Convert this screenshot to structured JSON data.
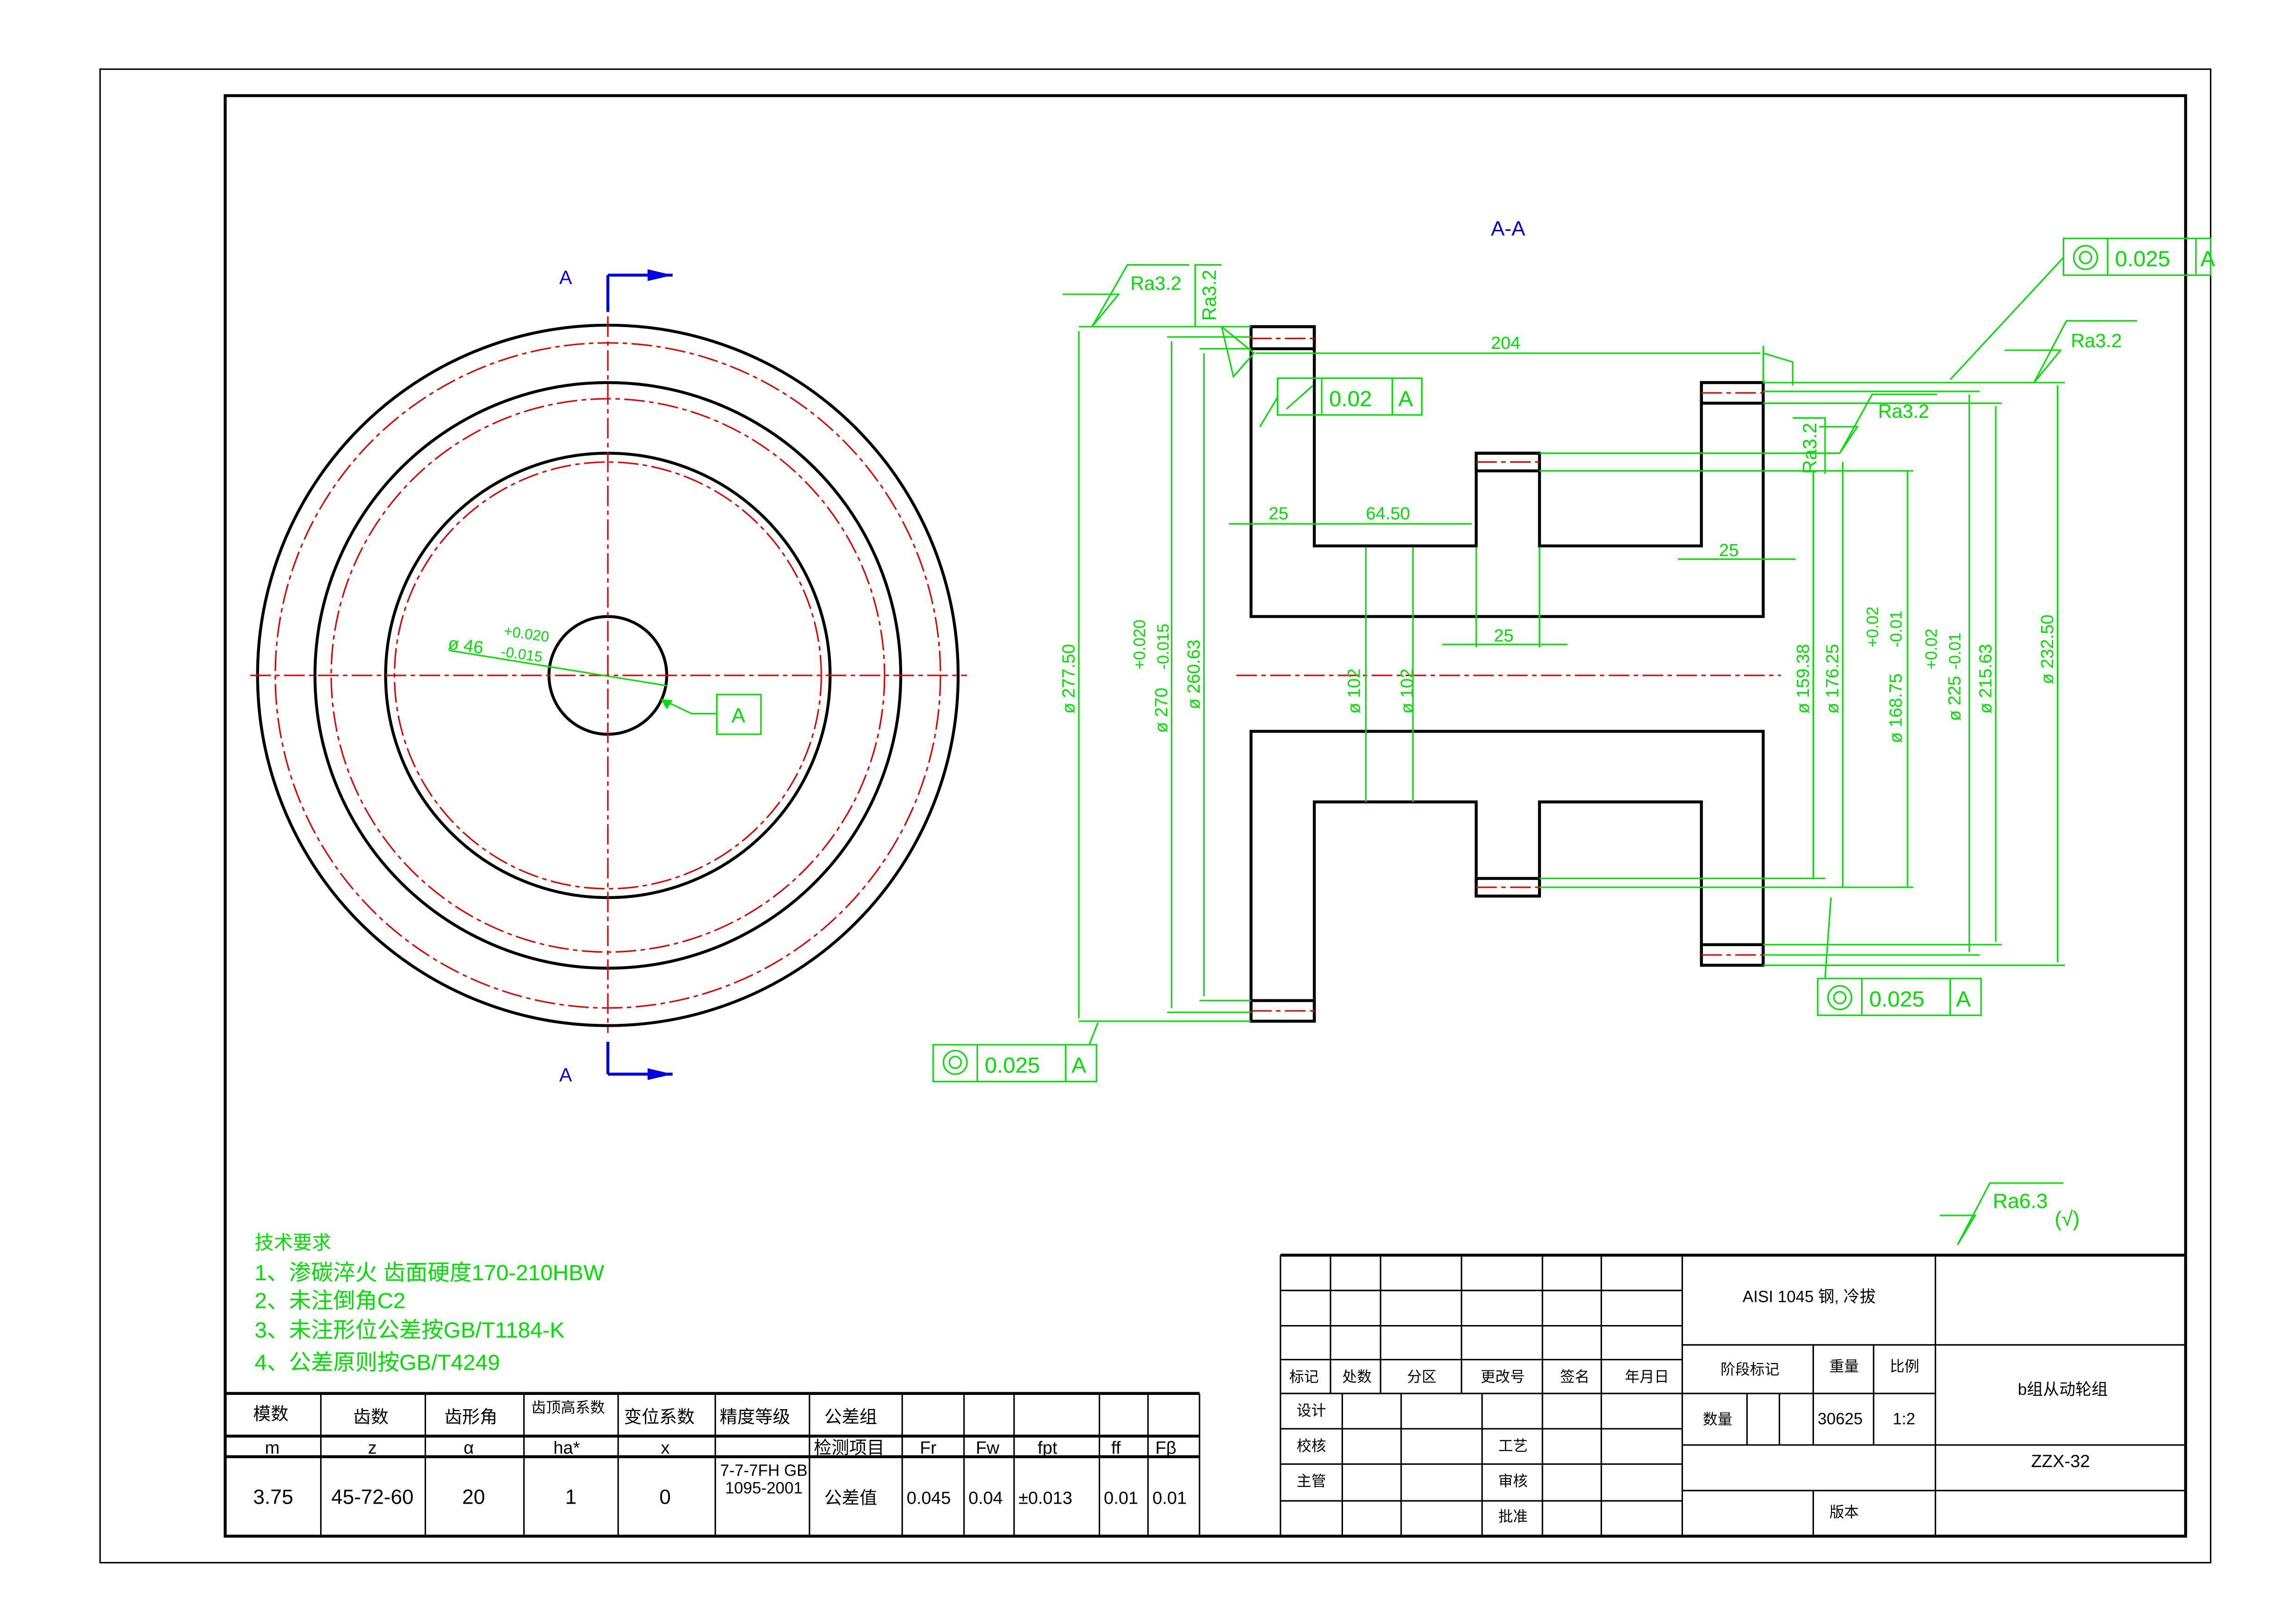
{
  "section_labels": {
    "view_title": "A-A",
    "cut_top": "A",
    "cut_bottom": "A",
    "datum": "A"
  },
  "front_view": {
    "bore_dim": "ø 46",
    "bore_tol_upper": "+0.020",
    "bore_tol_lower": "-0.015"
  },
  "section_dims": {
    "length_204": "204",
    "d_64_50": "64.50",
    "d_25_left": "25",
    "d_25_right": "25",
    "d_25_mid": "25",
    "dia_277_50": "ø 277.50",
    "dia_270": "ø 270",
    "dia_270_tol_upper": "+0.020",
    "dia_270_tol_lower": "-0.015",
    "dia_260_63": "ø 260.63",
    "dia_102_a": "ø 102",
    "dia_102_b": "ø 102",
    "dia_159_38": "ø 159.38",
    "dia_176_25": "ø 176.25",
    "dia_168_75": "ø 168.75",
    "dia_168_tol_upper": "+0.02",
    "dia_168_tol_lower": "-0.01",
    "dia_225": "ø 225",
    "dia_225_tol_upper": "+0.02",
    "dia_225_tol_lower": "-0.01",
    "dia_215_63": "ø 215.63",
    "dia_232_50": "ø 232.50"
  },
  "roughness": {
    "ra_left_top": "Ra3.2",
    "ra_left_vert": "Ra3.2",
    "ra_right_top": "Ra3.2",
    "ra_right_mid": "Ra3.2",
    "ra_mid_vert": "Ra3.2",
    "ra_general": "Ra6.3",
    "ra_general_suffix": "(√)"
  },
  "tolerance_frames": [
    {
      "symbol": "circular-runout",
      "value": "0.02",
      "datum": "A"
    },
    {
      "symbol": "concentricity",
      "value": "0.025",
      "datum": "A"
    },
    {
      "symbol": "concentricity",
      "value": "0.025",
      "datum": "A"
    },
    {
      "symbol": "concentricity",
      "value": "0.025",
      "datum": "A"
    }
  ],
  "tech_requirements": {
    "title": "技术要求",
    "items": [
      "1、渗碳淬火 齿面硬度170-210HBW",
      "2、未注倒角C2",
      "3、未注形位公差按GB/T1184-K",
      "4、公差原则按GB/T4249"
    ]
  },
  "gear_table": {
    "headers": [
      "模数",
      "齿数",
      "齿形角",
      "齿顶高系数",
      "变位系数",
      "精度等级",
      "公差组"
    ],
    "symbols": [
      "m",
      "z",
      "α",
      "ha*",
      "x",
      "",
      "检测项目",
      "Fr",
      "Fw",
      "fpt",
      "ff",
      "Fβ"
    ],
    "values": [
      "3.75",
      "45-72-60",
      "20",
      "1",
      "0",
      "7-7-7FH GB1095-2001",
      "公差值",
      "0.045",
      "0.04",
      "±0.013",
      "0.01",
      "0.01"
    ]
  },
  "title_block": {
    "change_headers": [
      "标记",
      "处数",
      "分区",
      "更改号",
      "签名",
      "年月日"
    ],
    "roles": {
      "design": "设计",
      "check": "校核",
      "supervisor": "主管",
      "process": "工艺",
      "review": "审核",
      "approve": "批准"
    },
    "material": "AISI 1045 钢, 冷拔",
    "stage_mark": "阶段标记",
    "weight_label": "重量",
    "scale_label": "比例",
    "quantity_label": "数量",
    "weight_value": "30625",
    "scale_value": "1:2",
    "part_name": "b组从动轮组",
    "drawing_number": "ZZX-32",
    "version_label": "版本"
  }
}
